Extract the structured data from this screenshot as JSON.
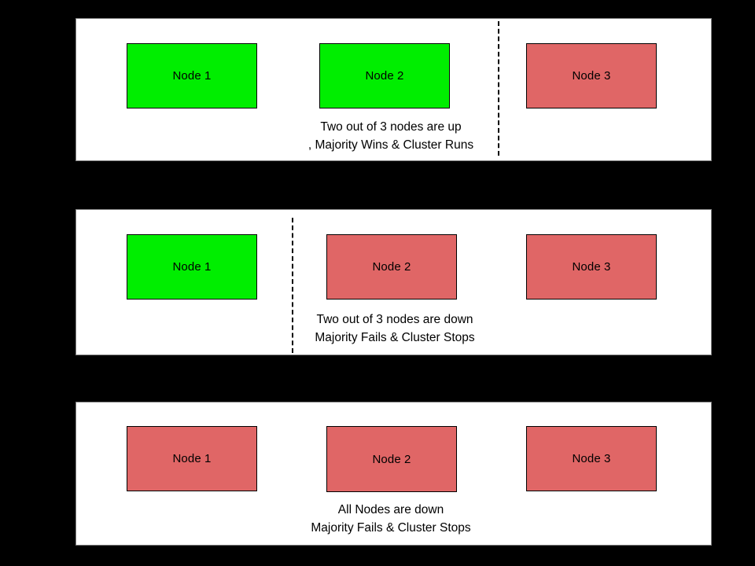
{
  "diagram": {
    "background_color": "#000000",
    "panel_background": "#ffffff",
    "colors": {
      "node_up": "#00ee00",
      "node_down": "#e06666",
      "node_border": "#000000",
      "divider": "#000000",
      "text": "#000000"
    },
    "panels": [
      {
        "id": "panel-1",
        "nodes": [
          {
            "label": "Node 1",
            "state": "up"
          },
          {
            "label": "Node 2",
            "state": "up"
          },
          {
            "label": "Node 3",
            "state": "down"
          }
        ],
        "divider": true,
        "caption": {
          "line1": "Two out of 3 nodes are up",
          "line2": ", Majority Wins & Cluster Runs"
        }
      },
      {
        "id": "panel-2",
        "nodes": [
          {
            "label": "Node 1",
            "state": "up"
          },
          {
            "label": "Node 2",
            "state": "down"
          },
          {
            "label": "Node 3",
            "state": "down"
          }
        ],
        "divider": true,
        "caption": {
          "line1": "Two out of 3 nodes are down",
          "line2": "Majority Fails & Cluster Stops"
        }
      },
      {
        "id": "panel-3",
        "nodes": [
          {
            "label": "Node 1",
            "state": "down"
          },
          {
            "label": "Node 2",
            "state": "down"
          },
          {
            "label": "Node 3",
            "state": "down"
          }
        ],
        "divider": false,
        "caption": {
          "line1": "All Nodes are down",
          "line2": "Majority Fails & Cluster Stops"
        }
      }
    ]
  }
}
